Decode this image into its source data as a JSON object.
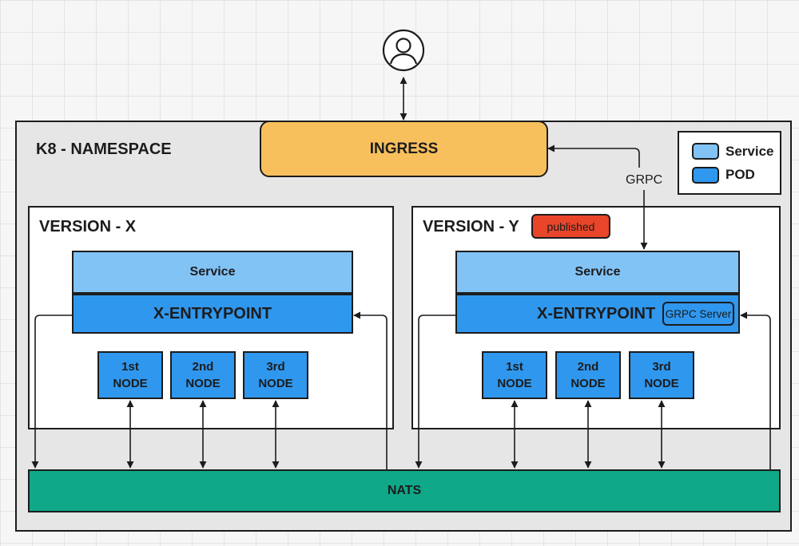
{
  "namespace": {
    "title": "K8 - NAMESPACE"
  },
  "ingress": {
    "label": "INGRESS"
  },
  "legend": {
    "items": [
      {
        "label": "Service",
        "color": "#82c3f6"
      },
      {
        "label": "POD",
        "color": "#2f97ee"
      }
    ]
  },
  "user": {
    "icon": "user-icon"
  },
  "grpc_link": {
    "label": "GRPC"
  },
  "version_x": {
    "title": "VERSION - X",
    "service_label": "Service",
    "entrypoint_label": "X-ENTRYPOINT",
    "nodes": [
      {
        "line1": "1st",
        "line2": "NODE"
      },
      {
        "line1": "2nd",
        "line2": "NODE"
      },
      {
        "line1": "3rd",
        "line2": "NODE"
      }
    ]
  },
  "version_y": {
    "title": "VERSION - Y",
    "badge": "published",
    "service_label": "Service",
    "entrypoint_label": "X-ENTRYPOINT",
    "grpc_server_label": "GRPC Server",
    "nodes": [
      {
        "line1": "1st",
        "line2": "NODE"
      },
      {
        "line1": "2nd",
        "line2": "NODE"
      },
      {
        "line1": "3rd",
        "line2": "NODE"
      }
    ]
  },
  "nats": {
    "label": "NATS"
  },
  "colors": {
    "ingress": "#f8c05d",
    "service": "#82c3f6",
    "pod": "#2f97ee",
    "nats": "#0fa889",
    "badge": "#e8452a"
  }
}
